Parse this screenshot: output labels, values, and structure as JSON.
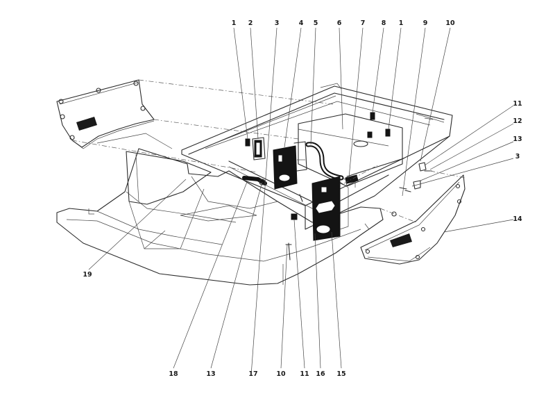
{
  "callouts": {
    "c1_top_a": "1",
    "c2_top": "2",
    "c3_top": "3",
    "c4_top": "4",
    "c5_top": "5",
    "c6_top": "6",
    "c7_top": "7",
    "c8_top": "8",
    "c1_top_b": "1",
    "c9_top": "9",
    "c10_top": "10",
    "c11_right": "11",
    "c12_right": "12",
    "c13_right": "13",
    "c3_right": "3",
    "c14_right": "14",
    "c19_left": "19",
    "c18_bottom": "18",
    "c13_bottom": "13",
    "c17_bottom": "17",
    "c10_bottom": "10",
    "c11_bottom": "11",
    "c16_bottom": "16",
    "c15_bottom": "15"
  }
}
